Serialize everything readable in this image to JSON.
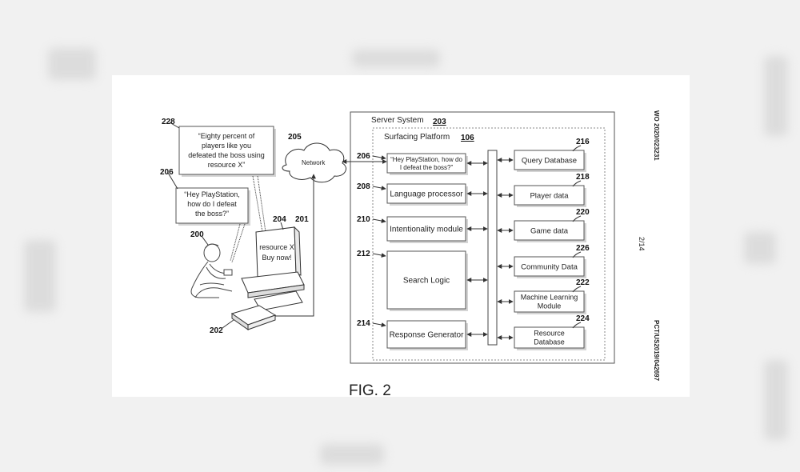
{
  "figure_label": "FIG. 2",
  "side_texts": {
    "top": "WO 2020/023231",
    "middle": "2/14",
    "bottom": "PCT/US2019/042697"
  },
  "server": {
    "title": "Server System",
    "ref": "203"
  },
  "platform": {
    "title": "Surfacing Platform",
    "ref": "106"
  },
  "network": {
    "label": "Network",
    "ref": "205"
  },
  "speech": {
    "response": {
      "ref": "228",
      "lines": [
        "“Eighty percent of",
        "players like you",
        "defeated the boss using",
        "resource X”"
      ]
    },
    "query": {
      "ref": "206",
      "lines": [
        "“Hey PlayStation,",
        "how do I defeat",
        "the boss?”"
      ]
    }
  },
  "user_ref": "200",
  "display": {
    "ref": "204",
    "ref2": "201",
    "lines": [
      "resource X",
      "Buy now!"
    ]
  },
  "console_ref": "202",
  "modules": [
    {
      "ref": "206",
      "lines": [
        "“Hey PlayStation, how do",
        "I defeat the boss?”"
      ]
    },
    {
      "ref": "208",
      "lines": [
        "Language processor"
      ]
    },
    {
      "ref": "210",
      "lines": [
        "Intentionality module"
      ]
    },
    {
      "ref": "212",
      "lines": [
        "Search Logic"
      ]
    },
    {
      "ref": "214",
      "lines": [
        "Response Generator"
      ]
    }
  ],
  "databases": [
    {
      "ref": "216",
      "lines": [
        "Query Database"
      ]
    },
    {
      "ref": "218",
      "lines": [
        "Player data"
      ]
    },
    {
      "ref": "220",
      "lines": [
        "Game data"
      ]
    },
    {
      "ref": "226",
      "lines": [
        "Community Data"
      ]
    },
    {
      "ref": "222",
      "lines": [
        "Machine Learning",
        "Module"
      ]
    },
    {
      "ref": "224",
      "lines": [
        "Resource",
        "Database"
      ]
    }
  ]
}
